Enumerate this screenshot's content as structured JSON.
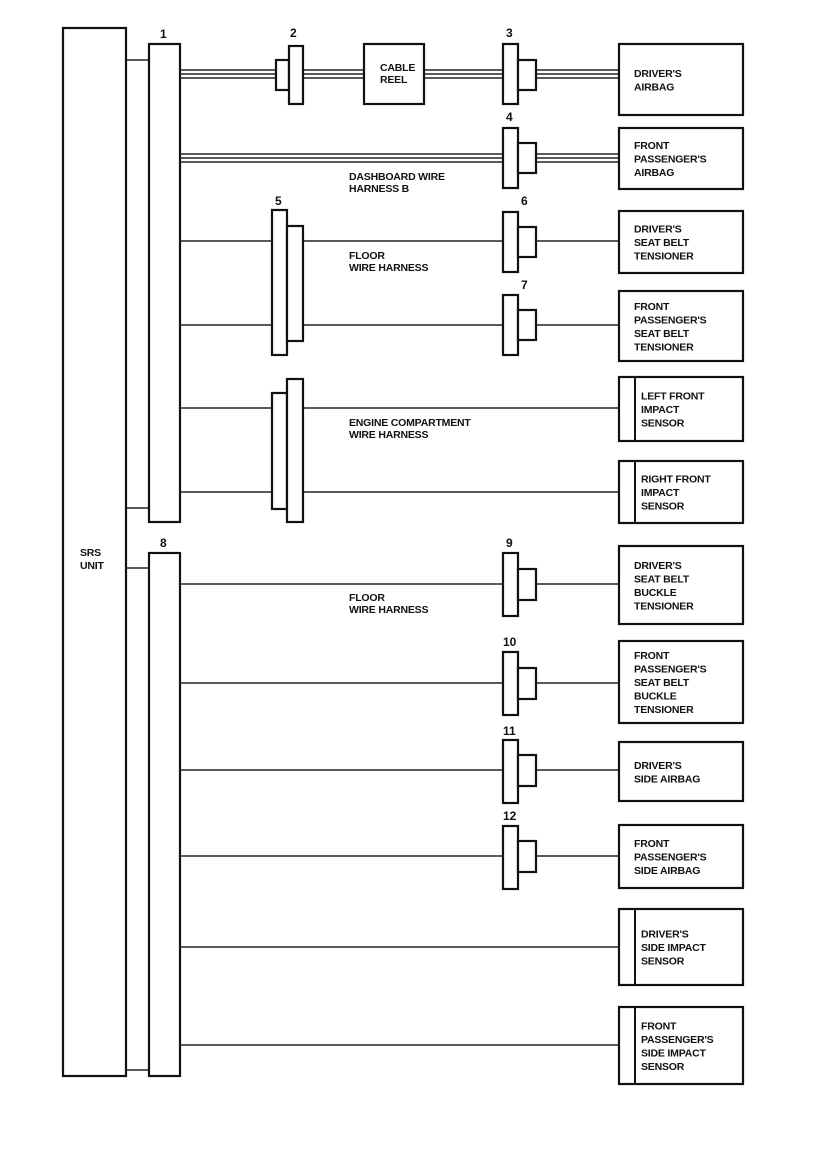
{
  "srs_unit": {
    "label_lines": [
      "SRS",
      "UNIT"
    ]
  },
  "connector_labels": {
    "c1": "1",
    "c2": "2",
    "c3": "3",
    "c4": "4",
    "c5": "5",
    "c6": "6",
    "c7": "7",
    "c8": "8",
    "c9": "9",
    "c10": "10",
    "c11": "11",
    "c12": "12"
  },
  "cable_reel": {
    "label_lines": [
      "CABLE",
      "REEL"
    ]
  },
  "harness_labels": {
    "dashboard_b": [
      "DASHBOARD WIRE",
      "HARNESS B"
    ],
    "floor_upper": [
      "FLOOR",
      "WIRE HARNESS"
    ],
    "engine_compartment": [
      "ENGINE COMPARTMENT",
      "WIRE HARNESS"
    ],
    "floor_lower": [
      "FLOOR",
      "WIRE HARNESS"
    ]
  },
  "components": [
    {
      "id": "drivers-airbag",
      "lines": [
        "DRIVER'S",
        "AIRBAG"
      ]
    },
    {
      "id": "front-passengers-airbag",
      "lines": [
        "FRONT",
        "PASSENGER'S",
        "AIRBAG"
      ]
    },
    {
      "id": "drivers-seat-belt-tensioner",
      "lines": [
        "DRIVER'S",
        "SEAT BELT",
        "TENSIONER"
      ]
    },
    {
      "id": "front-passengers-seat-belt-tensioner",
      "lines": [
        "FRONT",
        "PASSENGER'S",
        "SEAT BELT",
        "TENSIONER"
      ]
    },
    {
      "id": "left-front-impact-sensor",
      "lines": [
        "LEFT FRONT",
        "IMPACT",
        "SENSOR"
      ]
    },
    {
      "id": "right-front-impact-sensor",
      "lines": [
        "RIGHT FRONT",
        "IMPACT",
        "SENSOR"
      ]
    },
    {
      "id": "drivers-seat-belt-buckle-tensioner",
      "lines": [
        "DRIVER'S",
        "SEAT BELT",
        "BUCKLE",
        "TENSIONER"
      ]
    },
    {
      "id": "front-passengers-seat-belt-buckle-tensioner",
      "lines": [
        "FRONT",
        "PASSENGER'S",
        "SEAT BELT",
        "BUCKLE",
        "TENSIONER"
      ]
    },
    {
      "id": "drivers-side-airbag",
      "lines": [
        "DRIVER'S",
        "SIDE AIRBAG"
      ]
    },
    {
      "id": "front-passengers-side-airbag",
      "lines": [
        "FRONT",
        "PASSENGER'S",
        "SIDE AIRBAG"
      ]
    },
    {
      "id": "drivers-side-impact-sensor",
      "lines": [
        "DRIVER'S",
        "SIDE IMPACT",
        "SENSOR"
      ]
    },
    {
      "id": "front-passengers-side-impact-sensor",
      "lines": [
        "FRONT",
        "PASSENGER'S",
        "SIDE IMPACT",
        "SENSOR"
      ]
    }
  ]
}
